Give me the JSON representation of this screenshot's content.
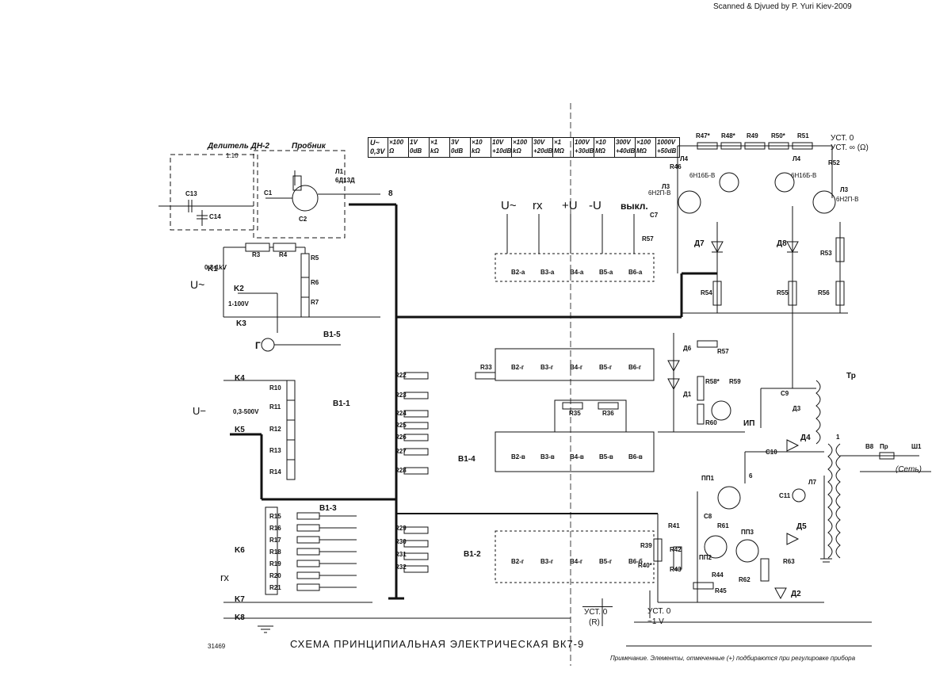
{
  "scan_credit": "Scanned & Djvued by P. Yuri Kiev-2009",
  "title": "СХЕМА ПРИНЦИПИАЛЬНАЯ ЭЛЕКТРИЧЕСКАЯ ВК7-9",
  "doc_number": "31469",
  "note": "Примечание. Элементы, отмеченные (+) подбираются при регулировке прибора",
  "divider": {
    "label": "Делитель ДН-2",
    "ratio": "1:10"
  },
  "probe": {
    "label": "Пробник"
  },
  "range_table": {
    "row_headers": [
      "U~",
      "0,3V"
    ],
    "cells": [
      {
        "top": "×100",
        "bottom": "Ω"
      },
      {
        "top": "1V",
        "bottom": "0dB"
      },
      {
        "top": "×1",
        "bottom": "kΩ"
      },
      {
        "top": "3V",
        "bottom": "0dB"
      },
      {
        "top": "×10",
        "bottom": "kΩ"
      },
      {
        "top": "10V",
        "bottom": "+10dB"
      },
      {
        "top": "×100",
        "bottom": "kΩ"
      },
      {
        "top": "30V",
        "bottom": "+20dB"
      },
      {
        "top": "×1",
        "bottom": "MΩ"
      },
      {
        "top": "100V",
        "bottom": "+30dB"
      },
      {
        "top": "×10",
        "bottom": "MΩ"
      },
      {
        "top": "300V",
        "bottom": "+40dB"
      },
      {
        "top": "×100",
        "bottom": "MΩ"
      },
      {
        "top": "1000V",
        "bottom": "+50dB"
      }
    ]
  },
  "mode_labels": [
    "U~",
    "rx",
    "+U",
    "-U",
    "выкл."
  ],
  "inputs": {
    "ac_voltage": "U~",
    "dc_voltage": "U−",
    "dc_range": "0,3-500V",
    "ac_range_1": "0,3-1kV",
    "ac_range_2": "1-100V",
    "resistance": "rx",
    "generator": "Г"
  },
  "zero_adjust": {
    "line1": "УСТ. 0",
    "line2": "УСТ. ∞ (Ω)"
  },
  "adj_r": {
    "line1": "УСТ. 0",
    "line2": "(R)"
  },
  "adj_v": {
    "line1": "УСТ. 0",
    "line2": "~1 V"
  },
  "mains": "(Сеть)",
  "jacks": [
    "K1",
    "K2",
    "K3",
    "K4",
    "K5",
    "K6",
    "K7",
    "K8"
  ],
  "switch_labels": {
    "row_a": [
      "B2-a",
      "B3-a",
      "B4-a",
      "B5-a",
      "B6-a"
    ],
    "row_g": [
      "B2-г",
      "B3-г",
      "B4-г",
      "B5-г",
      "B6-г"
    ],
    "row_v": [
      "B2-в",
      "B3-в",
      "B4-в",
      "B5-в",
      "B6-в"
    ],
    "row_b": [
      "B2-г",
      "B3-г",
      "B4-г",
      "B5-г",
      "B6-б"
    ],
    "wafers": [
      "B1-5",
      "B1-1",
      "B1-4",
      "B1-3",
      "B1-2"
    ]
  },
  "resistors_left": [
    "R3",
    "R4",
    "R5",
    "R6",
    "R7",
    "R10",
    "R11",
    "R12",
    "R13",
    "R14",
    "R15",
    "R16",
    "R17",
    "R18",
    "R19",
    "R20",
    "R21"
  ],
  "resistors_mid": [
    "R22",
    "R23",
    "R24",
    "R25",
    "R26",
    "R27",
    "R28",
    "R29",
    "R30",
    "R31",
    "R32",
    "R33",
    "R35",
    "R36"
  ],
  "resistors_right": [
    "R46",
    "R47*",
    "R48*",
    "R49",
    "R50*",
    "R51",
    "R52",
    "R53",
    "R54",
    "R55",
    "R56",
    "R57",
    "R58*",
    "R59",
    "R60",
    "R41",
    "R42",
    "R43",
    "R44",
    "R45",
    "R39",
    "R40*",
    "R61",
    "R63",
    "R62"
  ],
  "tubes": [
    {
      "label": "Л4",
      "type": "6Н16Б-В"
    },
    {
      "label": "Л4",
      "type": "6Н16Б-В"
    },
    {
      "label": "Л3",
      "type": "6Н2П-В"
    },
    {
      "label": "Л3",
      "type": "6Н2П-В"
    },
    {
      "label": "Л1",
      "type": "6Д13Д"
    }
  ],
  "diodes": [
    "Д7",
    "Д8",
    "Д6",
    "Д1",
    "Д4",
    "Д5",
    "Д2",
    "Д3"
  ],
  "transistors": [
    "ПП1",
    "ПП2",
    "ПП3"
  ],
  "capacitors": [
    "C1",
    "C2",
    "C7",
    "C8",
    "C9",
    "C10",
    "C11",
    "C13",
    "C14"
  ],
  "misc": [
    "Тр",
    "ИП",
    "Пр",
    "Ш1",
    "В8",
    "Л7",
    "8",
    "6",
    "1"
  ]
}
